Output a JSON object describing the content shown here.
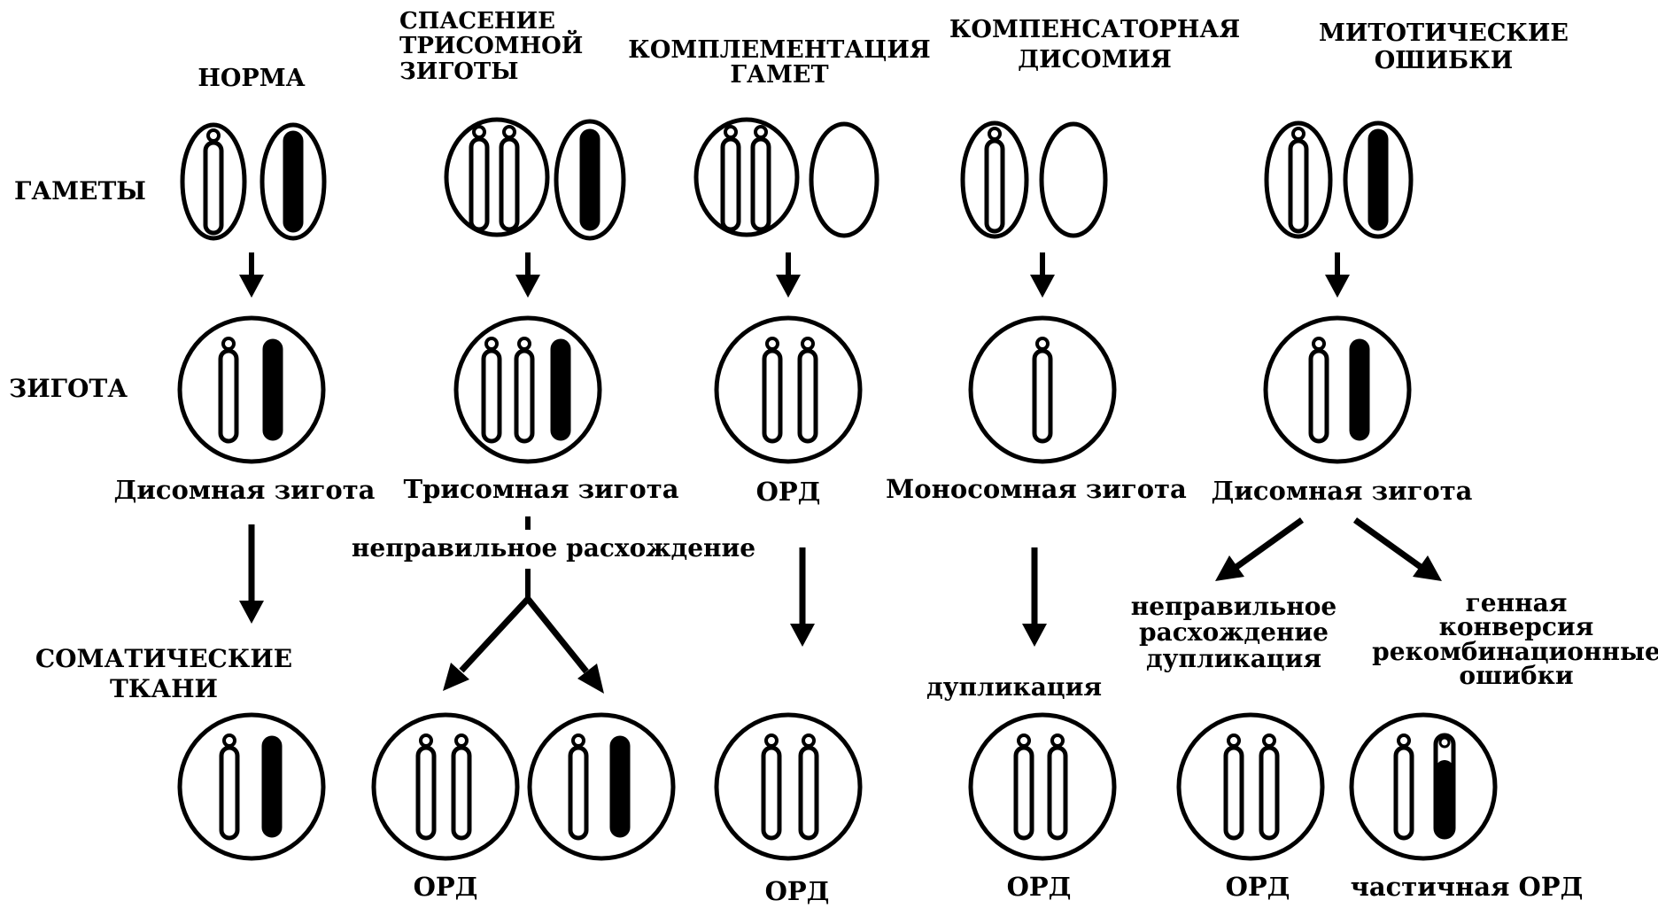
{
  "colors": {
    "ink": "#000000",
    "paper": "#ffffff"
  },
  "columns": {
    "norm": "НОРМА",
    "trisomy_rescue": "СПАСЕНИЕ\nТРИСОМНОЙ\nЗИГОТЫ",
    "gamete_complementation": "КОМПЛЕМЕНТАЦИЯ\nГАМЕТ",
    "compensatory_disomy": "КОМПЕНСАТОРНАЯ\nДИСОМИЯ",
    "mitotic_errors": "МИТОТИЧЕСКИЕ\nОШИБКИ"
  },
  "rows": {
    "gametes": "ГАМЕТЫ",
    "zygote": "ЗИГОТА",
    "somatic": "СОМАТИЧЕСКИЕ\nТКАНИ"
  },
  "zygote_captions": {
    "norm": "Дисомная зигота",
    "trisomy": "Трисомная зигота",
    "complementation": "ОРД",
    "monosomy": "Моносомная зигота",
    "mitotic": "Дисомная зигота"
  },
  "processes": {
    "nondisjunction": "неправильное расхождение",
    "duplication": "дупликация",
    "nondisjunction_duplication": "неправильное\nрасхождение\nдупликация",
    "gene_conversion": "генная\nконверсия\nрекомбинационные\nошибки"
  },
  "outcomes": {
    "trisomy_rescue": "ОРД",
    "complementation": "ОРД",
    "compensatory": "ОРД",
    "mitotic_left": "ОРД",
    "mitotic_right": "частичная ОРД"
  }
}
